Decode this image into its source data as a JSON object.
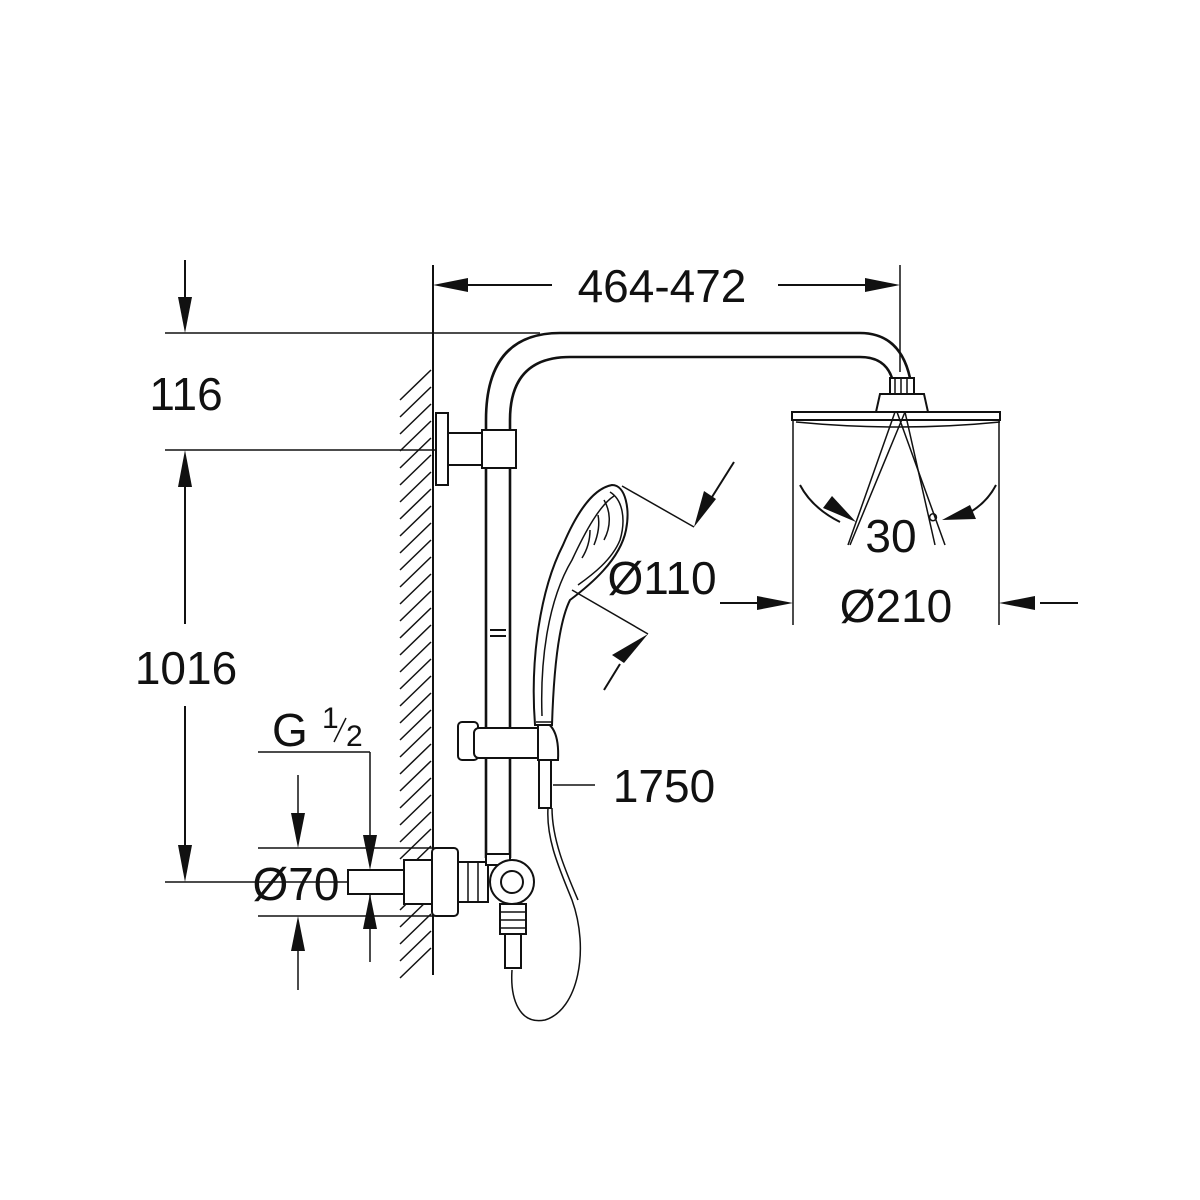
{
  "dimensions": {
    "arm_projection": "464-472",
    "top_height": "116",
    "rail_height": "1016",
    "thread": "G",
    "thread_num": "1",
    "thread_den": "2",
    "flange_diameter": "Ø70",
    "hand_shower_diameter": "Ø110",
    "head_shower_diameter": "Ø210",
    "head_tilt_angle": "30",
    "head_tilt_unit": "°",
    "hose_length": "1750"
  }
}
